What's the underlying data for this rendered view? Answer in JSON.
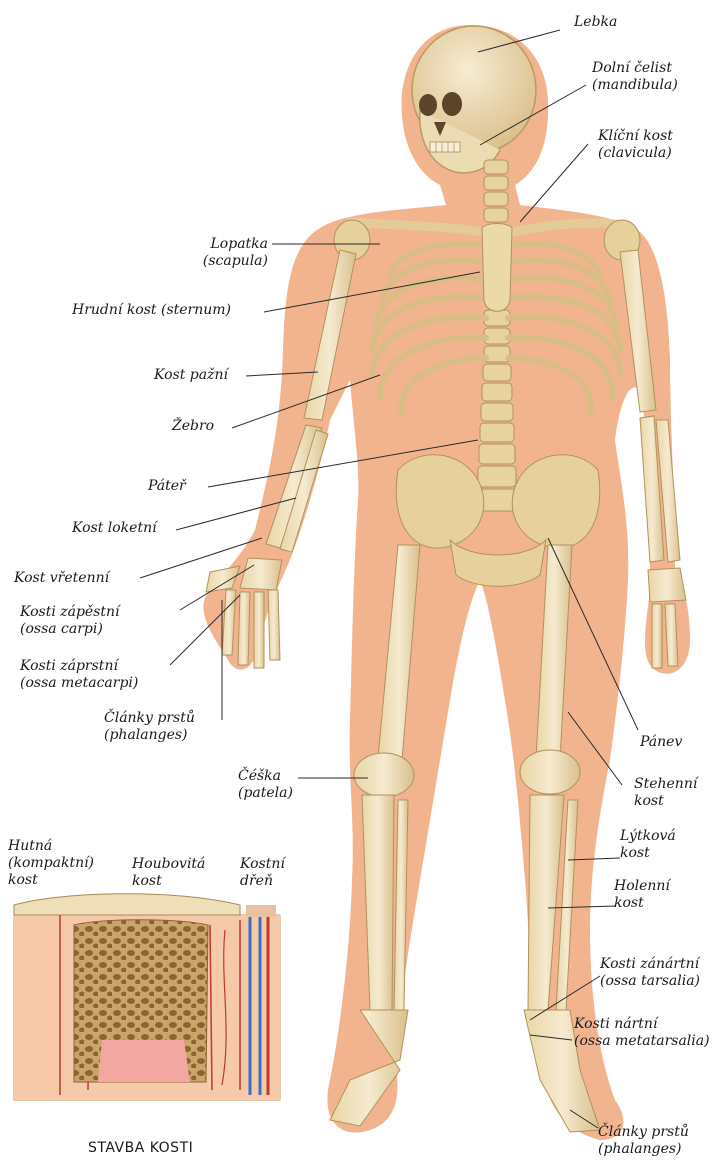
{
  "labels": {
    "lebka": "Lebka",
    "dolni_celist": [
      "Dolní čelist",
      "(mandibula)"
    ],
    "klicni_kost": [
      "Klíční kost",
      "(clavicula)"
    ],
    "lopatka": [
      "Lopatka",
      "(scapula)"
    ],
    "hrudni_kost": "Hrudní kost (sternum)",
    "kost_pazni": "Kost pažní",
    "zebro": "Žebro",
    "pater": "Páteř",
    "kost_loketni": "Kost loketní",
    "kost_vretenni": "Kost vřetenní",
    "kosti_zapestni": [
      "Kosti zápěstní",
      "(ossa carpi)"
    ],
    "kosti_zaprstni": [
      "Kosti záprstní",
      "(ossa metacarpi)"
    ],
    "clanky_prstu_ruka": [
      "Články prstů",
      "(phalanges)"
    ],
    "panev": "Pánev",
    "cheska": [
      "Čéška",
      "(patela)"
    ],
    "stehenni_kost": [
      "Stehenní",
      "kost"
    ],
    "lytkova_kost": [
      "Lýtková",
      "kost"
    ],
    "holenni_kost": [
      "Holenní",
      "kost"
    ],
    "kosti_zanartni": [
      "Kosti zánártní",
      "(ossa tarsalia)"
    ],
    "kosti_nartni": [
      "Kosti nártní",
      "(ossa metatarsalia)"
    ],
    "clanky_prstu_noha": [
      "Články prstů",
      "(phalanges)"
    ]
  },
  "inset": {
    "hutna_kost": [
      "Hutná",
      "(kompaktní)",
      "kost"
    ],
    "houbovita_kost": [
      "Houbovitá",
      "kost"
    ],
    "kostni_dren": [
      "Kostní",
      "dřeň"
    ],
    "caption": "STAVBA KOSTI"
  }
}
